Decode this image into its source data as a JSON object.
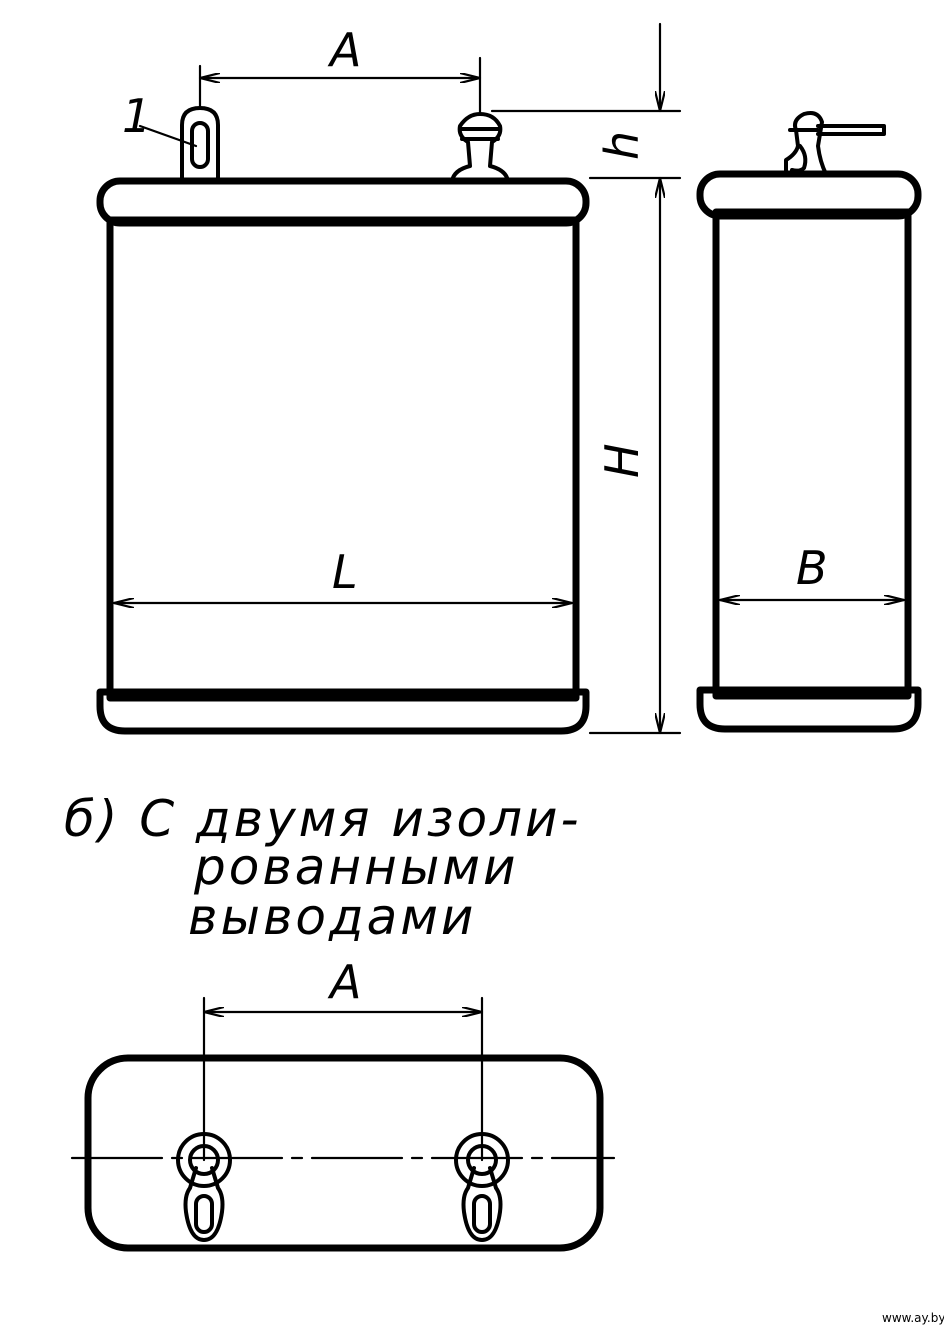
{
  "labels": {
    "dim_A_top": "A",
    "dim_h": "h",
    "dim_H": "H",
    "dim_L": "L",
    "dim_B": "B",
    "item_1": "1",
    "dim_A_bottom": "A"
  },
  "caption": {
    "line1": "б) С двумя изоли-",
    "line2": "рованными",
    "line3": "выводами"
  },
  "watermark": "www.ay.by"
}
